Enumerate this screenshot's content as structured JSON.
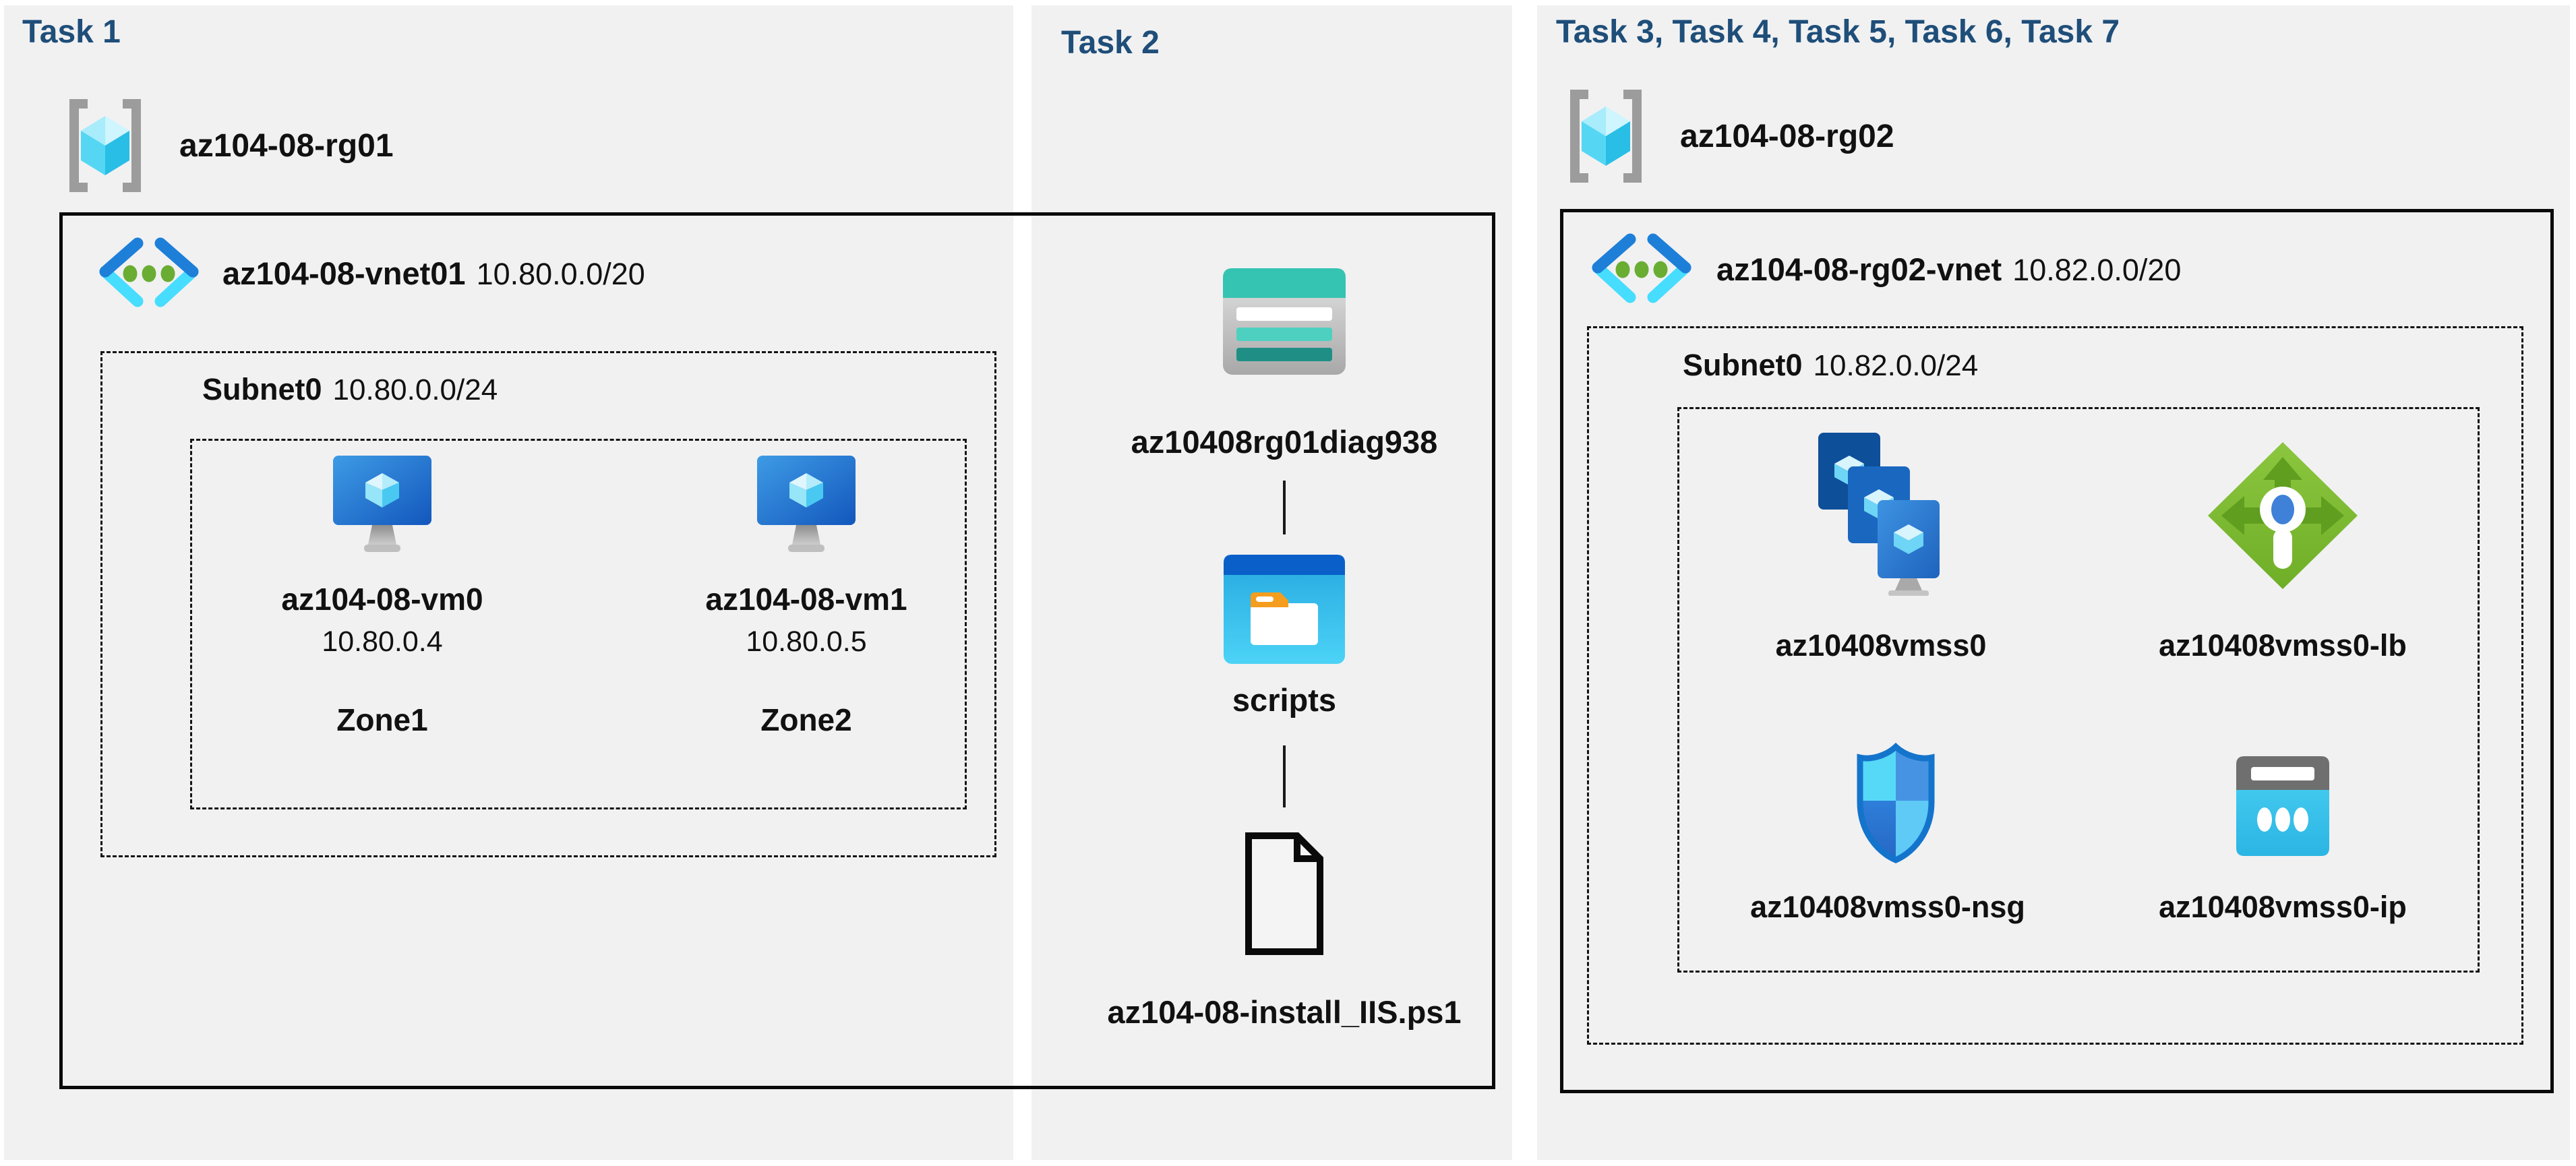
{
  "colors": {
    "title": "#1F4E79",
    "panel_bg": "#F1F1F2",
    "box_border": "#0A0A0A",
    "text": "#111111",
    "azure_blue": "#1E7FD8",
    "azure_cyan": "#47DDFE",
    "lb_green": "#7CBA2E",
    "storage_teal": "#35C3B2"
  },
  "panels": {
    "task1": {
      "title": "Task 1",
      "resource_group": {
        "name": "az104-08-rg01",
        "icon": "resource-group-icon"
      },
      "vnet": {
        "name": "az104-08-vnet01",
        "cidr": "10.80.0.0/20",
        "icon": "virtual-network-icon"
      },
      "subnet": {
        "name": "Subnet0",
        "cidr": "10.80.0.0/24"
      },
      "vms": [
        {
          "name": "az104-08-vm0",
          "ip": "10.80.0.4",
          "zone": "Zone1",
          "icon": "virtual-machine-icon"
        },
        {
          "name": "az104-08-vm1",
          "ip": "10.80.0.5",
          "zone": "Zone2",
          "icon": "virtual-machine-icon"
        }
      ]
    },
    "task2": {
      "title": "Task 2",
      "storage_account": {
        "name": "az10408rg01diag938",
        "icon": "storage-account-icon"
      },
      "container": {
        "name": "scripts",
        "icon": "blob-container-icon"
      },
      "file": {
        "name": "az104-08-install_IIS.ps1",
        "icon": "document-icon"
      }
    },
    "task3": {
      "title": "Task 3, Task 4, Task 5, Task 6, Task 7",
      "resource_group": {
        "name": "az104-08-rg02",
        "icon": "resource-group-icon"
      },
      "vnet": {
        "name": "az104-08-rg02-vnet",
        "cidr": "10.82.0.0/20",
        "icon": "virtual-network-icon"
      },
      "subnet": {
        "name": "Subnet0",
        "cidr": "10.82.0.0/24"
      },
      "resources": [
        {
          "name": "az10408vmss0",
          "type": "vm-scale-set"
        },
        {
          "name": "az10408vmss0-lb",
          "type": "load-balancer"
        },
        {
          "name": "az10408vmss0-nsg",
          "type": "network-security-group"
        },
        {
          "name": "az10408vmss0-ip",
          "type": "public-ip"
        }
      ]
    }
  }
}
